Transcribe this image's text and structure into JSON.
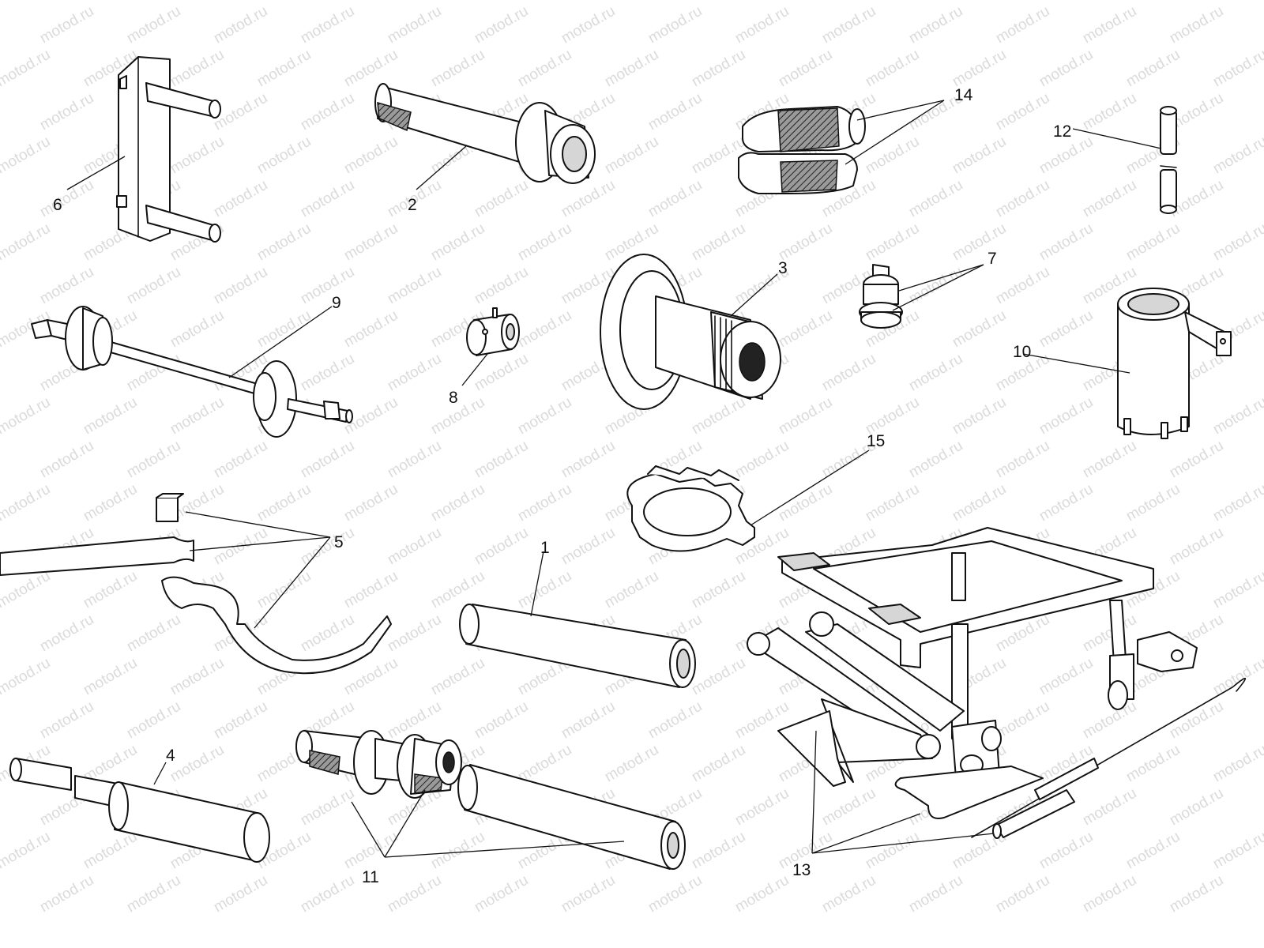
{
  "watermark": {
    "text": "motod.ru"
  },
  "callouts": {
    "c1": "1",
    "c2": "2",
    "c3": "3",
    "c4": "4",
    "c5": "5",
    "c6": "6",
    "c7": "7",
    "c8": "8",
    "c9": "9",
    "c10": "10",
    "c11": "11",
    "c12": "12",
    "c13": "13",
    "c14": "14",
    "c15": "15"
  }
}
